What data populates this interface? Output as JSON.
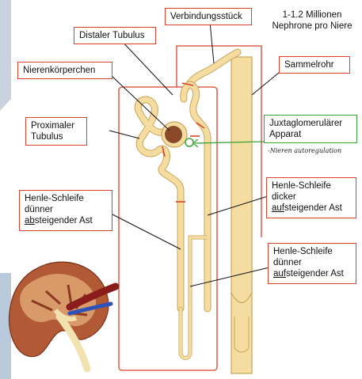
{
  "labels": {
    "verbindungsstueck": "Verbindungsstück",
    "nephrone_line1": "1-1.2 Millionen",
    "nephrone_line2": "Nephrone pro Niere",
    "distaler_tubulus": "Distaler Tubulus",
    "nierenkoerperchen": "Nierenkörperchen",
    "sammelrohr": "Sammelrohr",
    "proximaler_line1": "Proximaler",
    "proximaler_line2": "Tubulus",
    "juxta_line1": "Juxtaglomerulärer",
    "juxta_line2": "Apparat",
    "handwritten_note": "-Nieren autoregulation",
    "henle_thin_desc_line1": "Henle-Schleife",
    "henle_thin_desc_line2": "dünner",
    "henle_thin_desc_prefix": "ab",
    "henle_thin_desc_suffix": "steigender Ast",
    "henle_thick_asc_line1": "Henle-Schleife",
    "henle_thick_asc_line2": "dicker",
    "henle_thick_asc_prefix": "auf",
    "henle_thick_asc_suffix": "steigender Ast",
    "henle_thin_asc_line1": "Henle-Schleife",
    "henle_thin_asc_line2": "dünner",
    "henle_thin_asc_prefix": "auf",
    "henle_thin_asc_suffix": "steigender Ast"
  },
  "colors": {
    "tubule_fill": "#f5dca0",
    "tubule_stroke": "#c9a458",
    "box_red": "#d9422c",
    "box_green": "#3aa43a",
    "glomerulus": "#8a4a2a",
    "side_panel": "#c7d3e2"
  }
}
